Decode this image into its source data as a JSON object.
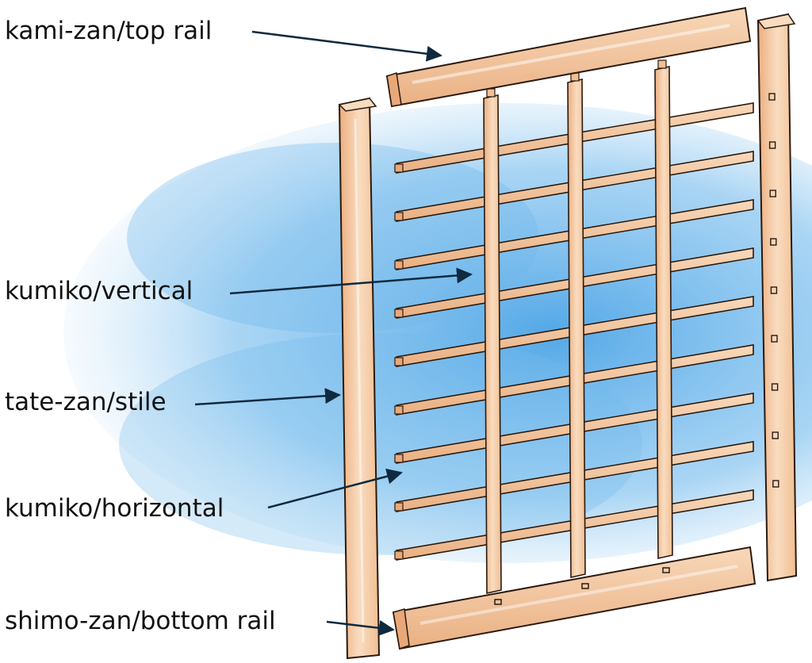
{
  "labels": {
    "top_rail": "kami-zan/top rail",
    "kumiko_vertical": "kumiko/vertical",
    "stile": "tate-zan/stile",
    "kumiko_horizontal": "kumiko/horizontal",
    "bottom_rail": "shimo-zan/bottom rail"
  },
  "counts": {
    "kumiko_vertical_bars": 3,
    "kumiko_horizontal_bars": 9,
    "stiles": 2
  },
  "colors": {
    "wood": "#f6cfa8",
    "wood_shade": "#e9a878",
    "outline": "#2a1a10",
    "sky": "#6fb8ec",
    "arrow": "#0f2a3f"
  }
}
